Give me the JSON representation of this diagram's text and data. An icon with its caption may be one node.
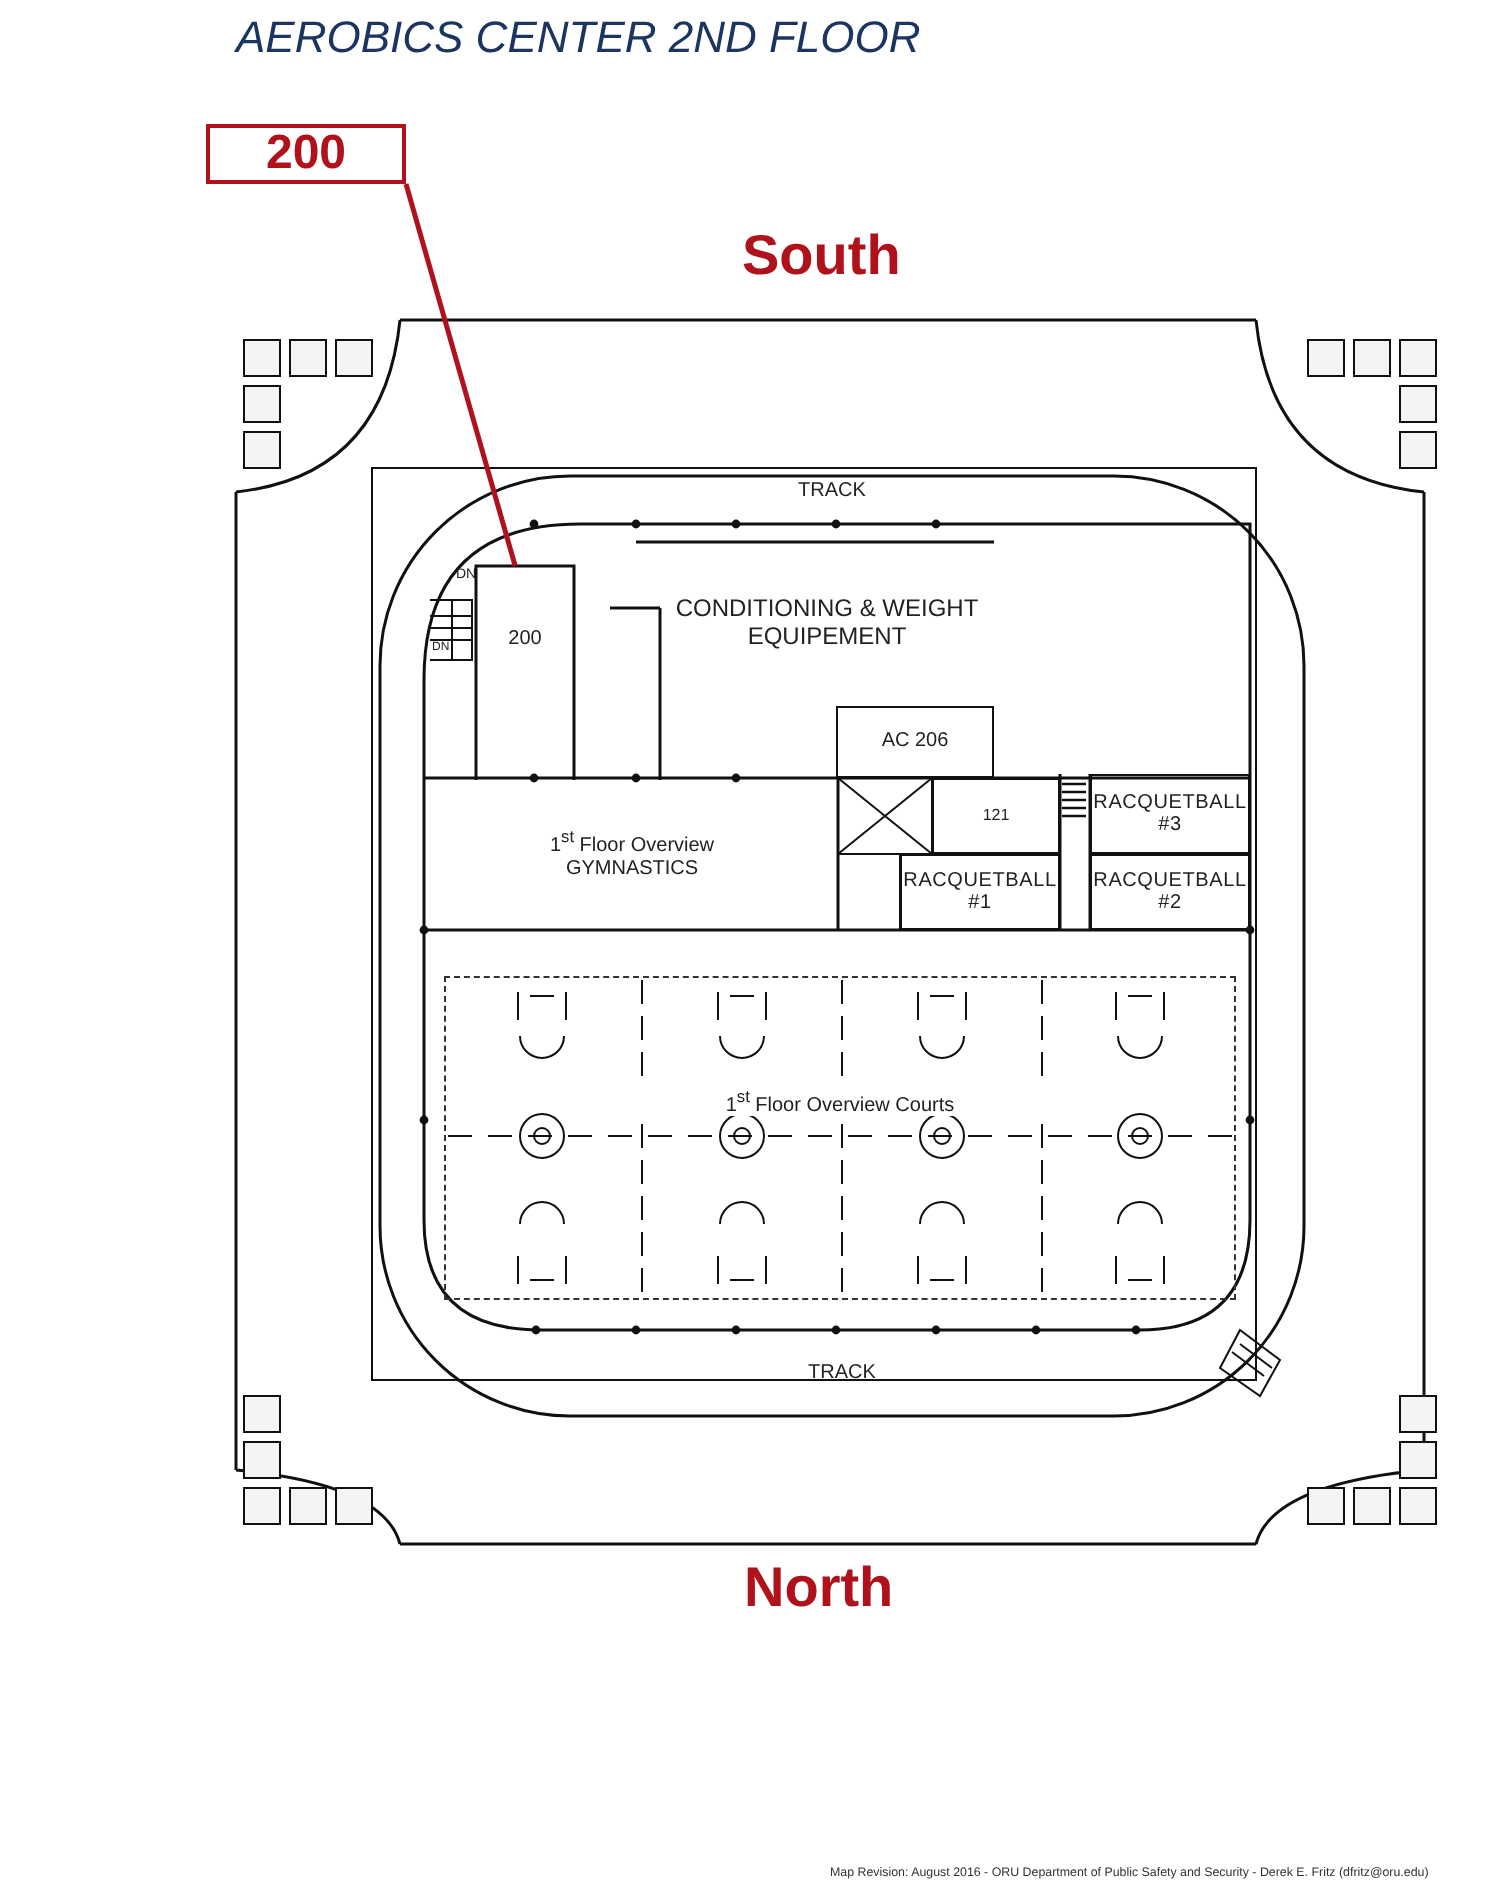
{
  "diagram": {
    "title": "AEROBICS CENTER 2ND FLOOR",
    "nodes": [
      {
        "text": [
          "200"
        ]
      },
      {
        "text": [
          "200"
        ]
      },
      {
        "text": [
          "CONDITIONING & WEIGHT EQUIPEMENT"
        ]
      },
      {
        "text": [
          "AC 206"
        ]
      },
      {
        "text": [
          "121"
        ]
      },
      {
        "text": [
          "RACQUETBALL #3"
        ]
      },
      {
        "text": [
          "1$^{st}$ Floor Overview GYMNASTICS"
        ]
      },
      {
        "text": [
          "RACQUETBALL #1"
        ]
      },
      {
        "text": [
          "RACQUETBALL #2"
        ]
      },
      {
        "text": [
          "1$^{st}$ Floor Overview Courts"
        ]
      }
    ],
    "edges": [
      {
        "from": 0,
        "to": 1,
        "arrow": "none"
      }
    ],
    "labels": [
      "South",
      "TRACK",
      "DN",
      "DN",
      "TRACK",
      "North",
      "Map Revision: August 2016 - ORU Department of Public Safety and Security - Derek E. Fritz (dfritz@oru.edu)"
    ]
  }
}
